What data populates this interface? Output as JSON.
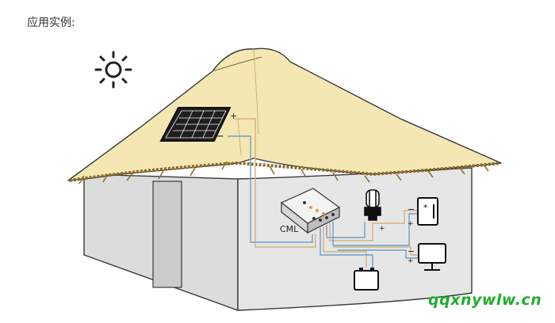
{
  "caption": "应用实例:",
  "controller": {
    "label": "CML"
  },
  "panel": {
    "positive": "+",
    "negative": "−"
  },
  "terminals": {
    "plus": "+",
    "minus": "−"
  },
  "watermark": "qqxnywlw.cn",
  "colors": {
    "roof": "#f3e5b0",
    "roof_edge": "#d9c58a",
    "wall": "#e0e0e0",
    "door": "#cdcdcd",
    "wire_orange": "#d9b07a",
    "wire_blue": "#6f9fc9",
    "wire_gray": "#9a9a9a",
    "watermark": "#1fae2e"
  },
  "icons": [
    "sun-icon",
    "solar-panel-icon",
    "charge-controller-icon",
    "light-bulb-icon",
    "fridge-icon",
    "monitor-icon",
    "battery-icon"
  ]
}
